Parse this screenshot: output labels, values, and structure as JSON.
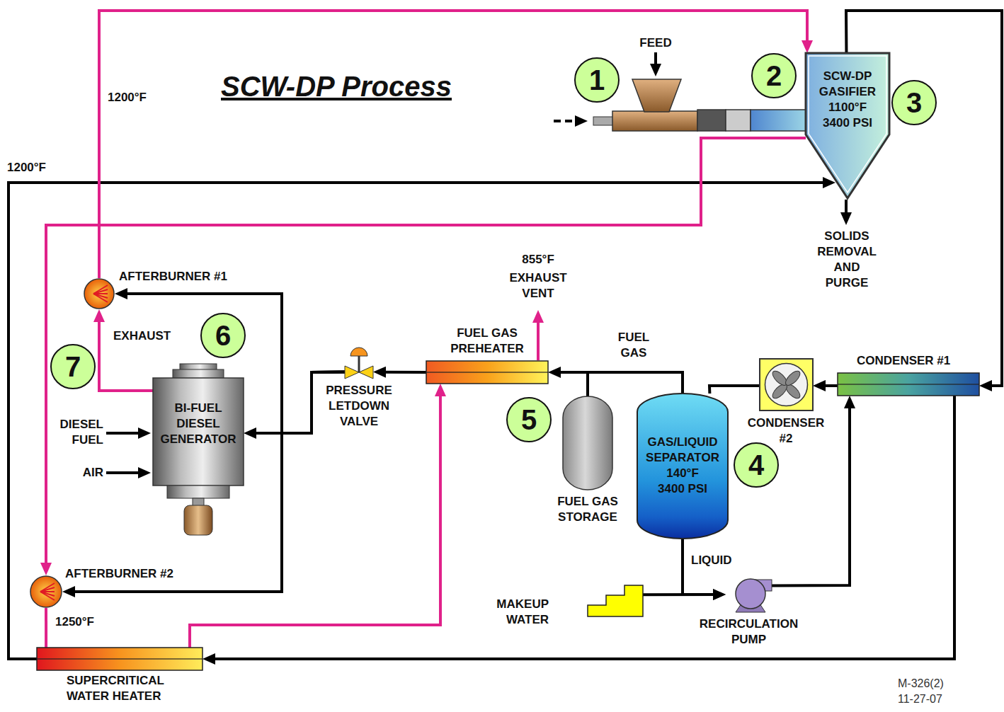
{
  "diagram": {
    "title": "SCW-DP Process",
    "nodes": [
      {
        "text": [
          "SCW-DP GASIFIER",
          "1100°F",
          "3400 PSI"
        ]
      },
      {
        "text": [
          "GAS/LIQUID SEPARATOR",
          "140°F",
          "3400 PSI"
        ]
      },
      {
        "text": [
          "FUEL GAS STORAGE"
        ]
      },
      {
        "text": [
          "FUEL GAS PREHEATER"
        ]
      },
      {
        "text": [
          "PRESSURE LETDOWN VALVE"
        ]
      },
      {
        "text": [
          "BI-FUEL DIESEL GENERATOR"
        ]
      },
      {
        "text": [
          "AFTERBURNER #1"
        ]
      },
      {
        "text": [
          "AFTERBURNER #2"
        ]
      },
      {
        "text": [
          "SUPERCRITICAL WATER HEATER"
        ]
      },
      {
        "text": [
          "CONDENSER #1"
        ]
      },
      {
        "text": [
          "CONDENSER #2"
        ]
      },
      {
        "text": [
          "RECIRCULATION PUMP"
        ]
      },
      {
        "text": [
          "MAKEUP WATER"
        ]
      }
    ],
    "edges": [
      {
        "from": 0,
        "to": 9,
        "arrow": "to"
      },
      {
        "from": 9,
        "to": 10,
        "arrow": "to"
      },
      {
        "from": 10,
        "to": 1,
        "arrow": "none"
      },
      {
        "from": 1,
        "to": 3,
        "label": "FUEL GAS",
        "arrow": "to"
      },
      {
        "from": 1,
        "to": 2,
        "arrow": "none"
      },
      {
        "from": 3,
        "to": 4,
        "arrow": "to"
      },
      {
        "from": 4,
        "to": 5,
        "arrow": "to"
      },
      {
        "from": 4,
        "to": 6,
        "arrow": "to"
      },
      {
        "from": 4,
        "to": 7,
        "arrow": "to"
      },
      {
        "from": 1,
        "to": 11,
        "arrow": "to"
      },
      {
        "from": 12,
        "to": 11,
        "arrow": "to"
      },
      {
        "from": 11,
        "to": 9,
        "arrow": "to"
      },
      {
        "from": 9,
        "to": 8,
        "arrow": "to"
      },
      {
        "from": 8,
        "to": 0,
        "arrow": "to"
      },
      {
        "from": 5,
        "to": 6,
        "arrow": "to"
      },
      {
        "from": 6,
        "to": 0,
        "arrow": "to"
      },
      {
        "from": 0,
        "to": 7,
        "arrow": "to"
      },
      {
        "from": 7,
        "to": 8,
        "arrow": "none"
      },
      {
        "from": 8,
        "to": 3,
        "arrow": "to"
      }
    ],
    "labels": [
      "1",
      "2",
      "3",
      "4",
      "5",
      "6",
      "7",
      "1200°F",
      "1200°F",
      "855°F",
      "EXHAUST VENT",
      "SOLIDS REMOVAL AND PURGE",
      "FEED",
      "EXHAUST",
      "DIESEL FUEL",
      "AIR",
      "LIQUID",
      "1250°F",
      "M-326(2)",
      "11-27-07"
    ]
  }
}
